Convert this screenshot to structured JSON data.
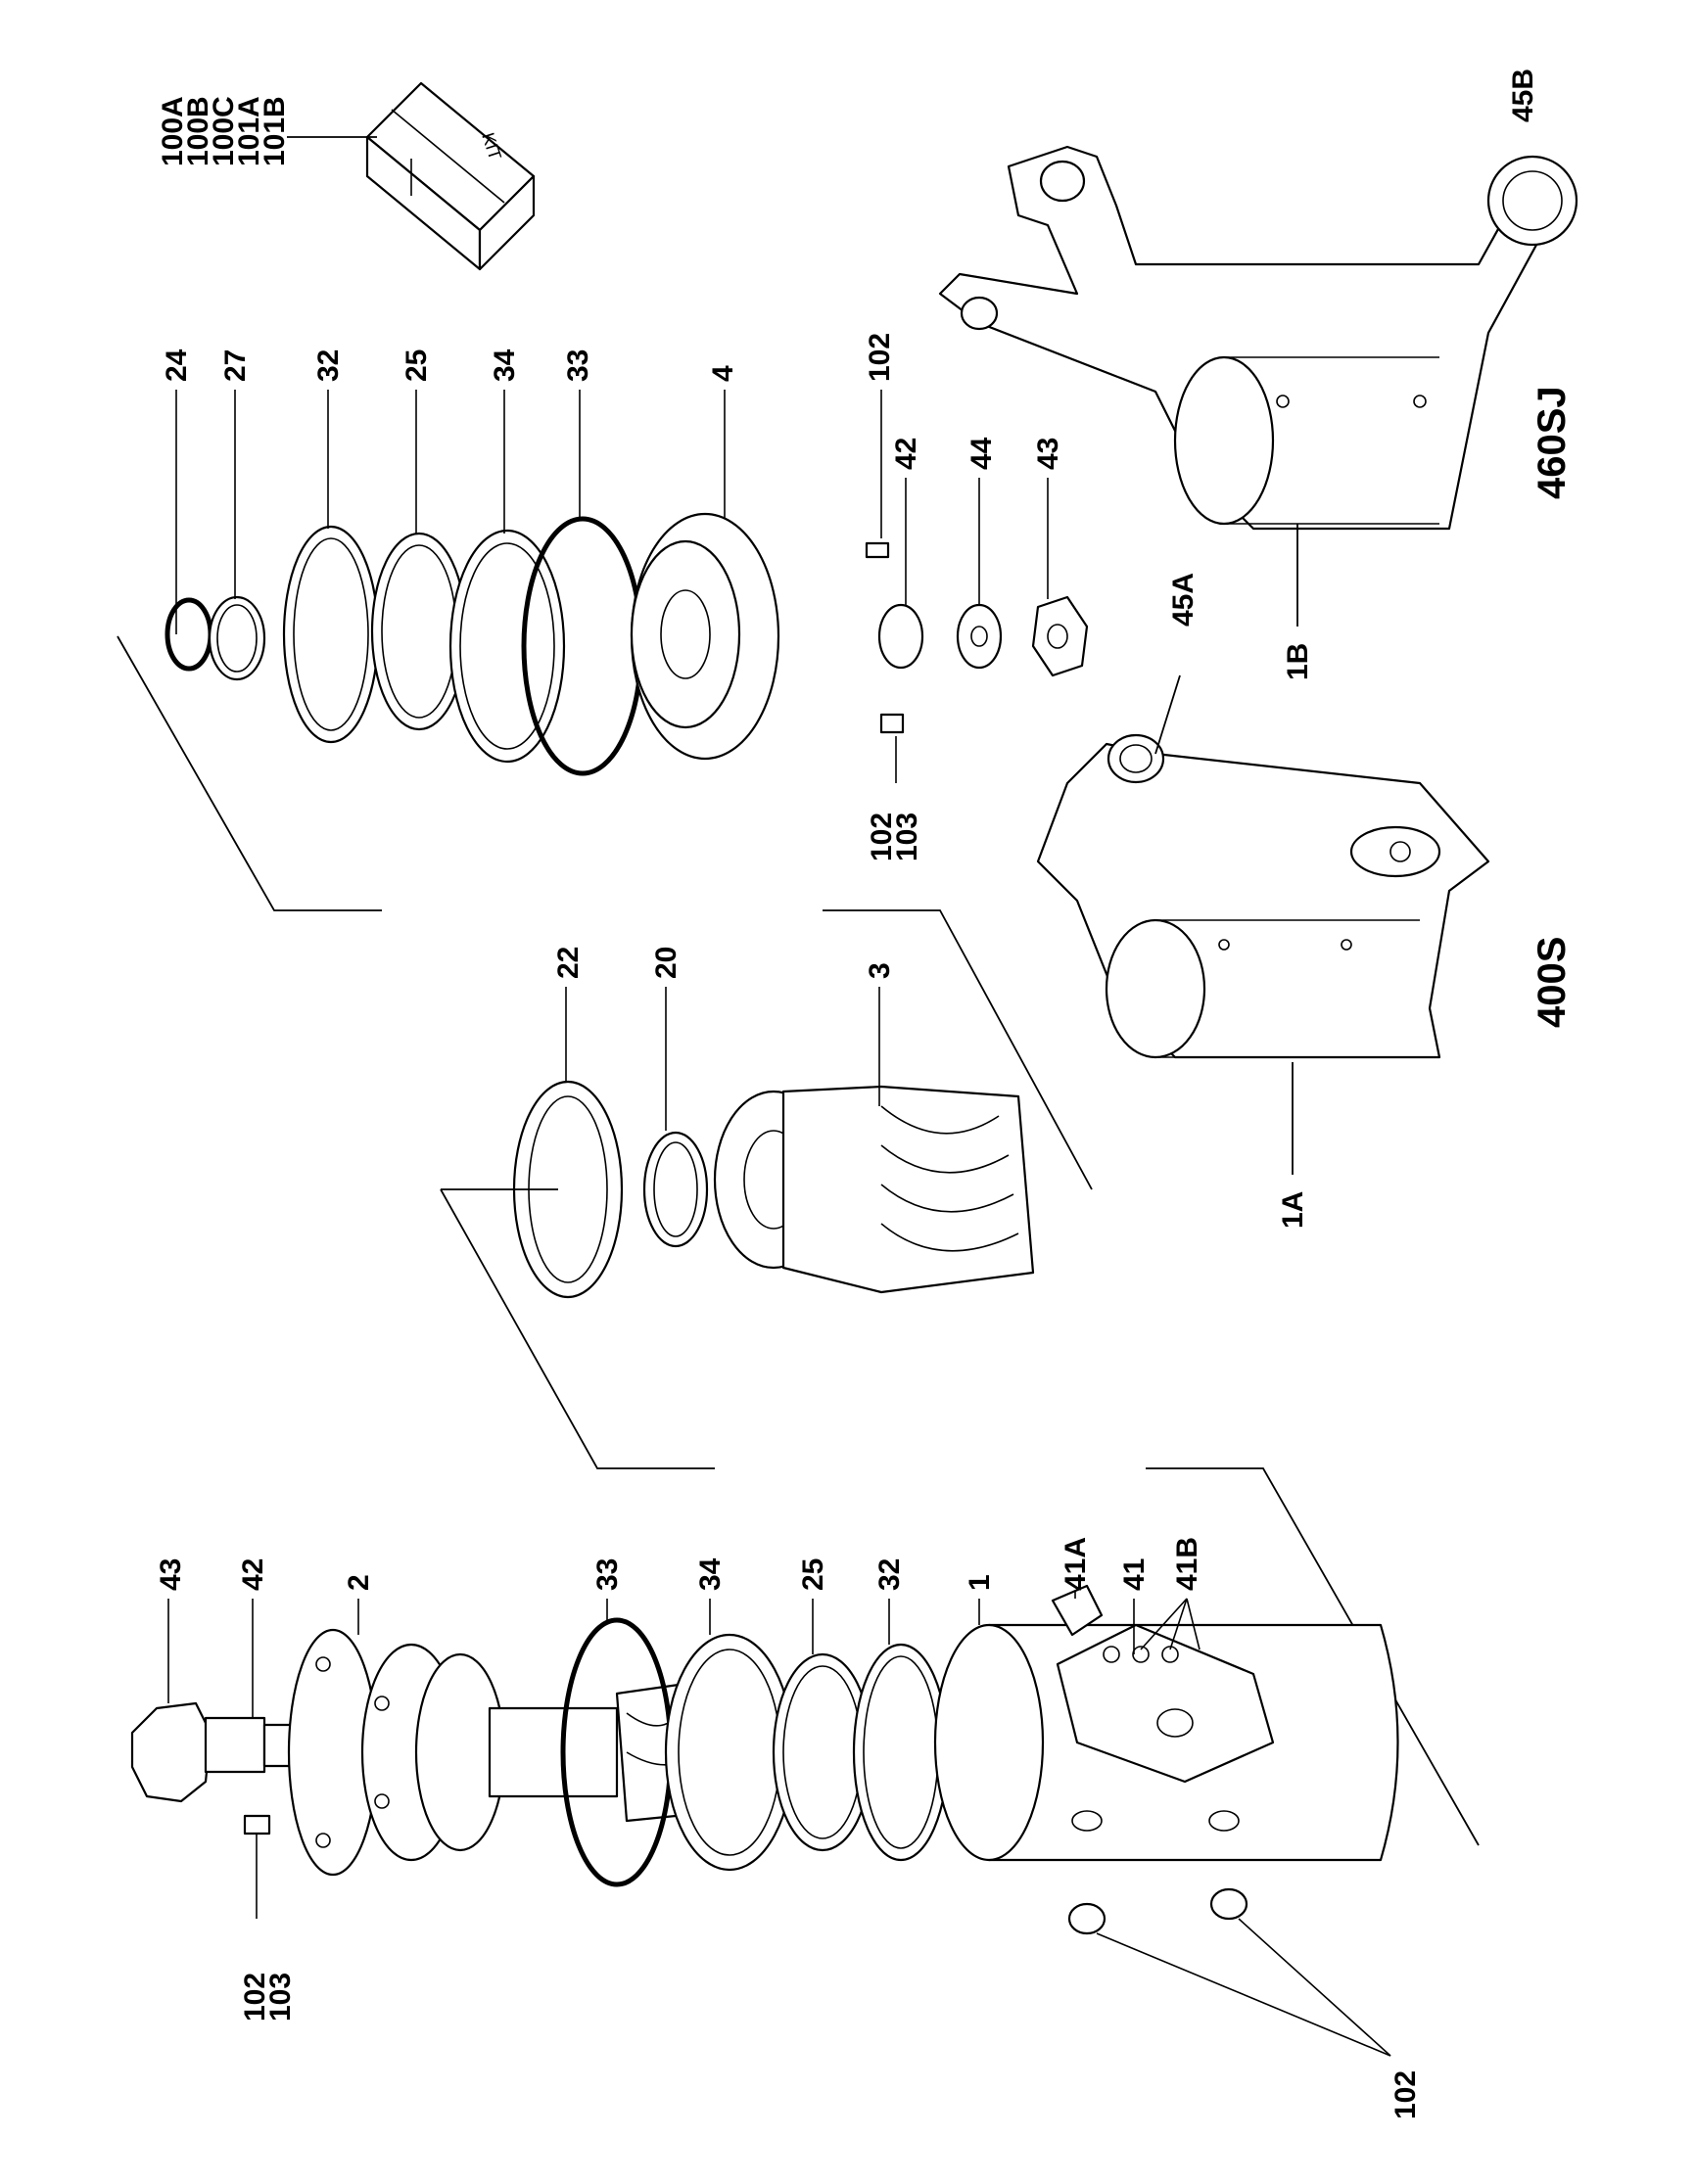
{
  "diagram": {
    "labels": {
      "kit_list": [
        "100A",
        "100B",
        "100C",
        "101A",
        "101B"
      ],
      "kit_box": "KIT",
      "p45B": "45B",
      "p45A": "45A",
      "model_460": "460SJ",
      "model_400": "400S",
      "p1B": "1B",
      "p1A": "1A",
      "top_row": [
        "24",
        "27",
        "32",
        "25",
        "34",
        "33",
        "4",
        "102"
      ],
      "p42_top": "42",
      "p44_top": "44",
      "p43_top": "43",
      "p102_103_top": [
        "102",
        "103"
      ],
      "mid_row": [
        "22",
        "20",
        "3"
      ],
      "bot_43": "43",
      "bot_42": "42",
      "bot_2": "2",
      "bot_33": "33",
      "bot_34": "34",
      "bot_25": "25",
      "bot_32": "32",
      "bot_1": "1",
      "bot_41A": "41A",
      "bot_41": "41",
      "bot_41B": "41B",
      "bot_102_103": [
        "102",
        "103"
      ],
      "bot_102": "102"
    }
  }
}
